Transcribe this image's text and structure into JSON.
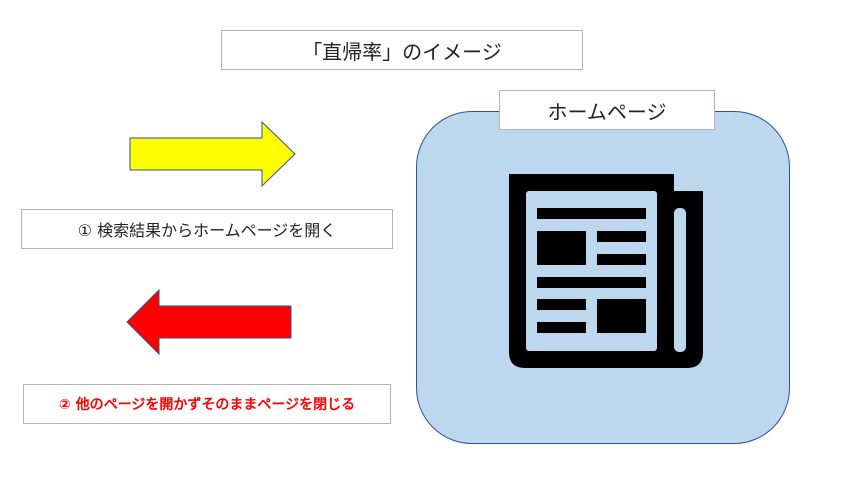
{
  "title": "「直帰率」のイメージ",
  "homepage_label": "ホームページ",
  "step1": "① 検索結果からホームページを開く",
  "step2": "② 他のページを開かずそのままページを閉じる",
  "colors": {
    "yellow_arrow": "#ffff00",
    "red_arrow": "#ff0000",
    "panel": "#bdd7ee",
    "outline": "#2f528f",
    "step2_text": "#ff0000"
  },
  "icons": {
    "homepage": "newspaper-icon",
    "forward": "arrow-right",
    "back": "arrow-left"
  }
}
